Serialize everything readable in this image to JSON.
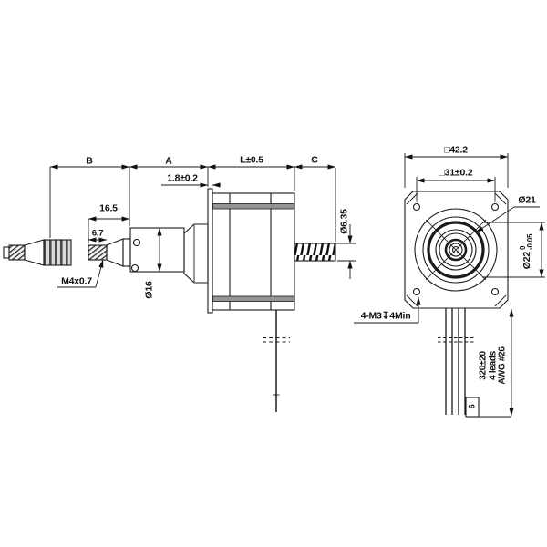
{
  "drawing": {
    "background": "#ffffff",
    "line_color": "#1a1a1a",
    "side_view": {
      "dim_b": "B",
      "dim_a": "A",
      "dim_l": "L±0.5",
      "dim_c": "C",
      "dim_flange_thickness": "1.8±0.2",
      "dim_nose_length": "16.5",
      "dim_thread_length": "6.7",
      "thread_spec": "M4x0.7",
      "dia_nose_cylinder": "Ø16",
      "dia_lead_screw": "Ø6.35"
    },
    "front_view": {
      "dim_square_size": "□42.2",
      "dim_bolt_spacing": "□31±0.2",
      "dia_boss": "Ø21",
      "dia_pilot": "Ø22",
      "pilot_tol_upper": "0",
      "pilot_tol_lower": "-0.05",
      "mount_holes_spec": "4-M3↧4Min",
      "lead_length": "320±20",
      "lead_count": "4 leads",
      "lead_gauge": "AWG #26",
      "strip_length": "6"
    }
  }
}
